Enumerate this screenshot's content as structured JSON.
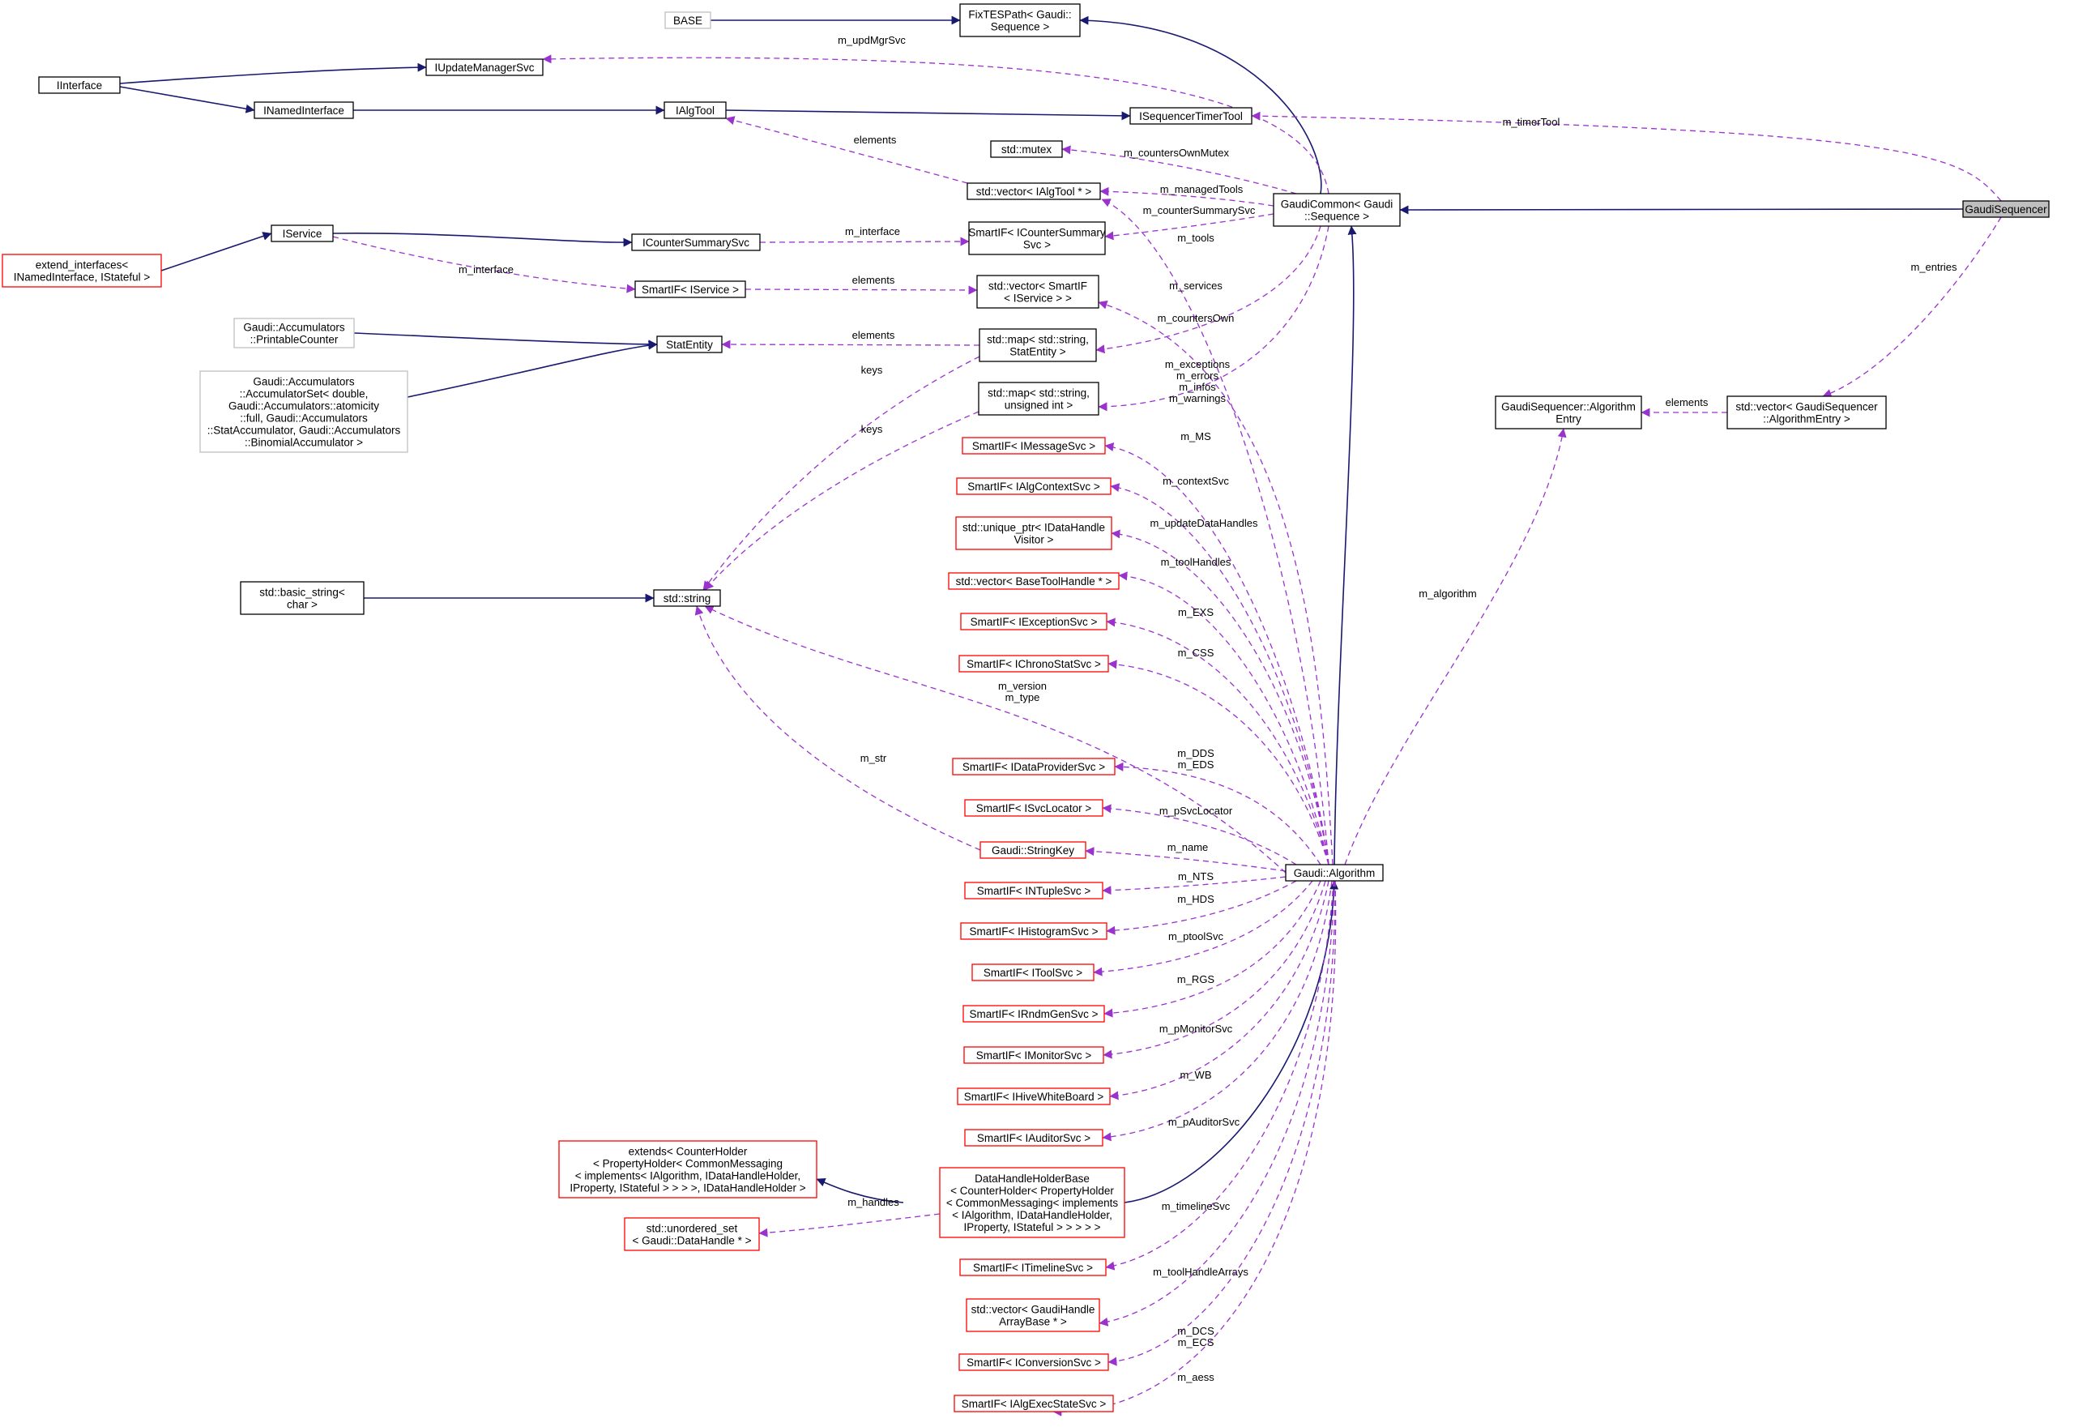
{
  "title": "",
  "nodes": [
    {
      "id": "GaudiSequencer",
      "lines": [
        "GaudiSequencer"
      ],
      "style": "focus"
    },
    {
      "id": "GaudiCommon",
      "lines": [
        "GaudiCommon< Gaudi",
        "::Sequence >"
      ],
      "style": "black"
    },
    {
      "id": "FixTESPath",
      "lines": [
        "FixTESPath< Gaudi::",
        "Sequence >"
      ],
      "style": "black"
    },
    {
      "id": "BASE",
      "lines": [
        "BASE"
      ],
      "style": "gray"
    },
    {
      "id": "IUpdateManagerSvc",
      "lines": [
        "IUpdateManagerSvc"
      ],
      "style": "black"
    },
    {
      "id": "IInterface",
      "lines": [
        "IInterface"
      ],
      "style": "black"
    },
    {
      "id": "INamedInterface",
      "lines": [
        "INamedInterface"
      ],
      "style": "black"
    },
    {
      "id": "IAlgTool",
      "lines": [
        "IAlgTool"
      ],
      "style": "black"
    },
    {
      "id": "ISequencerTimerTool",
      "lines": [
        "ISequencerTimerTool"
      ],
      "style": "black"
    },
    {
      "id": "stdmutex",
      "lines": [
        "std::mutex"
      ],
      "style": "black"
    },
    {
      "id": "vecIAlgTool",
      "lines": [
        "std::vector< IAlgTool * >"
      ],
      "style": "black"
    },
    {
      "id": "SmartIFCounterSummarySvc",
      "lines": [
        "SmartIF< ICounterSummary",
        "Svc >"
      ],
      "style": "black"
    },
    {
      "id": "ICounterSummarySvc",
      "lines": [
        "ICounterSummarySvc"
      ],
      "style": "black"
    },
    {
      "id": "IService",
      "lines": [
        "IService"
      ],
      "style": "black"
    },
    {
      "id": "extend_interfaces",
      "lines": [
        "extend_interfaces<",
        "INamedInterface, IStateful >"
      ],
      "style": "red"
    },
    {
      "id": "SmartIFIService",
      "lines": [
        "SmartIF< IService >"
      ],
      "style": "black"
    },
    {
      "id": "vecSmartIFIService",
      "lines": [
        "std::vector< SmartIF",
        "< IService > >"
      ],
      "style": "black"
    },
    {
      "id": "PrintableCounter",
      "lines": [
        "Gaudi::Accumulators",
        "::PrintableCounter"
      ],
      "style": "gray"
    },
    {
      "id": "AccumulatorSet",
      "lines": [
        "Gaudi::Accumulators",
        "::AccumulatorSet< double,",
        "Gaudi::Accumulators::atomicity",
        "::full, Gaudi::Accumulators",
        "::StatAccumulator, Gaudi::Accumulators",
        "::BinomialAccumulator >"
      ],
      "style": "gray"
    },
    {
      "id": "StatEntity",
      "lines": [
        "StatEntity"
      ],
      "style": "black"
    },
    {
      "id": "mapStatEntity",
      "lines": [
        "std::map< std::string,",
        "StatEntity >"
      ],
      "style": "black"
    },
    {
      "id": "mapUInt",
      "lines": [
        "std::map< std::string,",
        "unsigned int >"
      ],
      "style": "black"
    },
    {
      "id": "basic_string",
      "lines": [
        "std::basic_string<",
        "char >"
      ],
      "style": "black"
    },
    {
      "id": "stdstring",
      "lines": [
        "std::string"
      ],
      "style": "black"
    },
    {
      "id": "GSAlgorithmEntry",
      "lines": [
        "GaudiSequencer::Algorithm",
        "Entry"
      ],
      "style": "black"
    },
    {
      "id": "vecAlgorithmEntry",
      "lines": [
        "std::vector< GaudiSequencer",
        "::AlgorithmEntry >"
      ],
      "style": "black"
    },
    {
      "id": "SmartIFMessageSvc",
      "lines": [
        "SmartIF< IMessageSvc >"
      ],
      "style": "red"
    },
    {
      "id": "SmartIFAlgContextSvc",
      "lines": [
        "SmartIF< IAlgContextSvc >"
      ],
      "style": "red"
    },
    {
      "id": "uniquePtrVisitor",
      "lines": [
        "std::unique_ptr< IDataHandle",
        "Visitor >"
      ],
      "style": "red"
    },
    {
      "id": "vecBaseToolHandle",
      "lines": [
        "std::vector< BaseToolHandle * >"
      ],
      "style": "red"
    },
    {
      "id": "SmartIFExceptionSvc",
      "lines": [
        "SmartIF< IExceptionSvc >"
      ],
      "style": "red"
    },
    {
      "id": "SmartIFChronoStatSvc",
      "lines": [
        "SmartIF< IChronoStatSvc >"
      ],
      "style": "red"
    },
    {
      "id": "SmartIFDataProviderSvc",
      "lines": [
        "SmartIF< IDataProviderSvc >"
      ],
      "style": "red"
    },
    {
      "id": "SmartIFSvcLocator",
      "lines": [
        "SmartIF< ISvcLocator >"
      ],
      "style": "red"
    },
    {
      "id": "StringKey",
      "lines": [
        "Gaudi::StringKey"
      ],
      "style": "red"
    },
    {
      "id": "SmartIFNTupleSvc",
      "lines": [
        "SmartIF< INTupleSvc >"
      ],
      "style": "red"
    },
    {
      "id": "SmartIFHistogramSvc",
      "lines": [
        "SmartIF< IHistogramSvc >"
      ],
      "style": "red"
    },
    {
      "id": "SmartIFToolSvc",
      "lines": [
        "SmartIF< IToolSvc >"
      ],
      "style": "red"
    },
    {
      "id": "SmartIFRndmGenSvc",
      "lines": [
        "SmartIF< IRndmGenSvc >"
      ],
      "style": "red"
    },
    {
      "id": "SmartIFMonitorSvc",
      "lines": [
        "SmartIF< IMonitorSvc >"
      ],
      "style": "red"
    },
    {
      "id": "SmartIFHiveWhiteBoard",
      "lines": [
        "SmartIF< IHiveWhiteBoard >"
      ],
      "style": "red"
    },
    {
      "id": "SmartIFAuditorSvc",
      "lines": [
        "SmartIF< IAuditorSvc >"
      ],
      "style": "red"
    },
    {
      "id": "extendsCounterHolder",
      "lines": [
        "extends< CounterHolder",
        "< PropertyHolder< CommonMessaging",
        "< implements< IAlgorithm, IDataHandleHolder,",
        "IProperty, IStateful > > > >, IDataHandleHolder >"
      ],
      "style": "red"
    },
    {
      "id": "DataHandleHolderBase",
      "lines": [
        "DataHandleHolderBase",
        "< CounterHolder< PropertyHolder",
        "< CommonMessaging< implements",
        "< IAlgorithm, IDataHandleHolder,",
        "IProperty, IStateful > > > > >"
      ],
      "style": "red"
    },
    {
      "id": "unorderedSet",
      "lines": [
        "std::unordered_set",
        "< Gaudi::DataHandle * >"
      ],
      "style": "red"
    },
    {
      "id": "SmartIFTimelineSvc",
      "lines": [
        "SmartIF< ITimelineSvc >"
      ],
      "style": "red"
    },
    {
      "id": "vecGaudiHandleArrayBase",
      "lines": [
        "std::vector< GaudiHandle",
        "ArrayBase * >"
      ],
      "style": "red"
    },
    {
      "id": "SmartIFConversionSvc",
      "lines": [
        "SmartIF< IConversionSvc >"
      ],
      "style": "red"
    },
    {
      "id": "SmartIFAlgExecStateSvc",
      "lines": [
        "SmartIF< IAlgExecStateSvc >"
      ],
      "style": "red"
    },
    {
      "id": "GaudiAlgorithm",
      "lines": [
        "Gaudi::Algorithm"
      ],
      "style": "black"
    }
  ],
  "edges": [
    {
      "from": "GaudiCommon",
      "to": "GaudiSequencer",
      "kind": "inherit",
      "labels": []
    },
    {
      "from": "FixTESPath",
      "to": "GaudiCommon",
      "kind": "inherit",
      "labels": []
    },
    {
      "from": "BASE",
      "to": "FixTESPath",
      "kind": "inherit",
      "labels": []
    },
    {
      "from": "IInterface",
      "to": "IUpdateManagerSvc",
      "kind": "inherit",
      "labels": []
    },
    {
      "from": "IInterface",
      "to": "INamedInterface",
      "kind": "inherit",
      "labels": []
    },
    {
      "from": "INamedInterface",
      "to": "IAlgTool",
      "kind": "inherit",
      "labels": []
    },
    {
      "from": "IAlgTool",
      "to": "ISequencerTimerTool",
      "kind": "inherit",
      "labels": []
    },
    {
      "from": "IService",
      "to": "ICounterSummarySvc",
      "kind": "inherit",
      "labels": []
    },
    {
      "from": "extend_interfaces",
      "to": "IService",
      "kind": "inherit",
      "labels": []
    },
    {
      "from": "PrintableCounter",
      "to": "StatEntity",
      "kind": "inherit",
      "labels": []
    },
    {
      "from": "AccumulatorSet",
      "to": "StatEntity",
      "kind": "inherit",
      "labels": []
    },
    {
      "from": "basic_string",
      "to": "stdstring",
      "kind": "inherit",
      "labels": []
    },
    {
      "from": "GaudiAlgorithm",
      "to": "GaudiCommon",
      "kind": "inherit",
      "labels": []
    },
    {
      "from": "DataHandleHolderBase",
      "to": "GaudiAlgorithm",
      "kind": "inherit",
      "labels": []
    },
    {
      "from": "extendsCounterHolder",
      "to": "DataHandleHolderBase",
      "kind": "inherit",
      "labels": []
    },
    {
      "from": "ISequencerTimerTool",
      "to": "GaudiSequencer",
      "kind": "use",
      "labels": [
        "m_timerTool"
      ]
    },
    {
      "from": "vecAlgorithmEntry",
      "to": "GaudiSequencer",
      "kind": "use",
      "labels": [
        "m_entries"
      ]
    },
    {
      "from": "GSAlgorithmEntry",
      "to": "vecAlgorithmEntry",
      "kind": "use",
      "labels": [
        "elements"
      ]
    },
    {
      "from": "GaudiAlgorithm",
      "to": "GSAlgorithmEntry",
      "kind": "use",
      "labels": [
        "m_algorithm"
      ]
    },
    {
      "from": "IUpdateManagerSvc",
      "to": "GaudiCommon",
      "kind": "use",
      "labels": [
        "m_updMgrSvc"
      ]
    },
    {
      "from": "IAlgTool",
      "to": "vecIAlgTool",
      "kind": "use",
      "labels": [
        "elements"
      ]
    },
    {
      "from": "stdmutex",
      "to": "GaudiCommon",
      "kind": "use",
      "labels": [
        "m_countersOwnMutex"
      ]
    },
    {
      "from": "vecIAlgTool",
      "to": "GaudiCommon",
      "kind": "use",
      "labels": [
        "m_managedTools"
      ]
    },
    {
      "from": "vecIAlgTool",
      "to": "GaudiAlgorithm",
      "kind": "use",
      "labels": [
        "m_tools"
      ]
    },
    {
      "from": "SmartIFCounterSummarySvc",
      "to": "GaudiCommon",
      "kind": "use",
      "labels": [
        "m_counterSummarySvc"
      ]
    },
    {
      "from": "ICounterSummarySvc",
      "to": "SmartIFCounterSummarySvc",
      "kind": "use",
      "labels": [
        "m_interface"
      ]
    },
    {
      "from": "IService",
      "to": "SmartIFIService",
      "kind": "use",
      "labels": [
        "m_interface"
      ]
    },
    {
      "from": "SmartIFIService",
      "to": "vecSmartIFIService",
      "kind": "use",
      "labels": [
        "elements"
      ]
    },
    {
      "from": "vecSmartIFIService",
      "to": "GaudiAlgorithm",
      "kind": "use",
      "labels": [
        "m_services"
      ]
    },
    {
      "from": "StatEntity",
      "to": "mapStatEntity",
      "kind": "use",
      "labels": [
        "elements"
      ]
    },
    {
      "from": "mapStatEntity",
      "to": "GaudiCommon",
      "kind": "use",
      "labels": [
        "m_countersOwn"
      ]
    },
    {
      "from": "mapUInt",
      "to": "GaudiCommon",
      "kind": "use",
      "labels": [
        "m_exceptions",
        "m_errors",
        "m_infos",
        "m_warnings"
      ]
    },
    {
      "from": "stdstring",
      "to": "mapStatEntity",
      "kind": "use",
      "labels": [
        "keys"
      ]
    },
    {
      "from": "stdstring",
      "to": "mapUInt",
      "kind": "use",
      "labels": [
        "keys"
      ]
    },
    {
      "from": "stdstring",
      "to": "GaudiAlgorithm",
      "kind": "use",
      "labels": [
        "m_version",
        "m_type"
      ]
    },
    {
      "from": "stdstring",
      "to": "StringKey",
      "kind": "use",
      "labels": [
        "m_str"
      ]
    },
    {
      "from": "SmartIFMessageSvc",
      "to": "GaudiAlgorithm",
      "kind": "use",
      "labels": [
        "m_MS"
      ]
    },
    {
      "from": "SmartIFAlgContextSvc",
      "to": "GaudiAlgorithm",
      "kind": "use",
      "labels": [
        "m_contextSvc"
      ]
    },
    {
      "from": "uniquePtrVisitor",
      "to": "GaudiAlgorithm",
      "kind": "use",
      "labels": [
        "m_updateDataHandles"
      ]
    },
    {
      "from": "vecBaseToolHandle",
      "to": "GaudiAlgorithm",
      "kind": "use",
      "labels": [
        "m_toolHandles"
      ]
    },
    {
      "from": "SmartIFExceptionSvc",
      "to": "GaudiAlgorithm",
      "kind": "use",
      "labels": [
        "m_EXS"
      ]
    },
    {
      "from": "SmartIFChronoStatSvc",
      "to": "GaudiAlgorithm",
      "kind": "use",
      "labels": [
        "m_CSS"
      ]
    },
    {
      "from": "SmartIFDataProviderSvc",
      "to": "GaudiAlgorithm",
      "kind": "use",
      "labels": [
        "m_DDS",
        "m_EDS"
      ]
    },
    {
      "from": "SmartIFSvcLocator",
      "to": "GaudiAlgorithm",
      "kind": "use",
      "labels": [
        "m_pSvcLocator"
      ]
    },
    {
      "from": "StringKey",
      "to": "GaudiAlgorithm",
      "kind": "use",
      "labels": [
        "m_name"
      ]
    },
    {
      "from": "SmartIFNTupleSvc",
      "to": "GaudiAlgorithm",
      "kind": "use",
      "labels": [
        "m_NTS"
      ]
    },
    {
      "from": "SmartIFHistogramSvc",
      "to": "GaudiAlgorithm",
      "kind": "use",
      "labels": [
        "m_HDS"
      ]
    },
    {
      "from": "SmartIFToolSvc",
      "to": "GaudiAlgorithm",
      "kind": "use",
      "labels": [
        "m_ptoolSvc"
      ]
    },
    {
      "from": "SmartIFRndmGenSvc",
      "to": "GaudiAlgorithm",
      "kind": "use",
      "labels": [
        "m_RGS"
      ]
    },
    {
      "from": "SmartIFMonitorSvc",
      "to": "GaudiAlgorithm",
      "kind": "use",
      "labels": [
        "m_pMonitorSvc"
      ]
    },
    {
      "from": "SmartIFHiveWhiteBoard",
      "to": "GaudiAlgorithm",
      "kind": "use",
      "labels": [
        "m_WB"
      ]
    },
    {
      "from": "SmartIFAuditorSvc",
      "to": "GaudiAlgorithm",
      "kind": "use",
      "labels": [
        "m_pAuditorSvc"
      ]
    },
    {
      "from": "unorderedSet",
      "to": "DataHandleHolderBase",
      "kind": "use",
      "labels": [
        "m_handles"
      ]
    },
    {
      "from": "SmartIFTimelineSvc",
      "to": "GaudiAlgorithm",
      "kind": "use",
      "labels": [
        "m_timelineSvc"
      ]
    },
    {
      "from": "vecGaudiHandleArrayBase",
      "to": "GaudiAlgorithm",
      "kind": "use",
      "labels": [
        "m_toolHandleArrays"
      ]
    },
    {
      "from": "SmartIFConversionSvc",
      "to": "GaudiAlgorithm",
      "kind": "use",
      "labels": [
        "m_DCS",
        "m_ECS"
      ]
    },
    {
      "from": "SmartIFAlgExecStateSvc",
      "to": "GaudiAlgorithm",
      "kind": "use",
      "labels": [
        "m_aess"
      ]
    }
  ],
  "colors": {
    "inherit_edge": "#191970",
    "use_edge": "#9a32cd",
    "node_border_black": "#000000",
    "node_border_red": "#ff0000",
    "node_border_gray": "#bfbfbf",
    "focus_fill": "#bfbfbf",
    "node_fill": "#ffffff",
    "text": "#000000"
  }
}
